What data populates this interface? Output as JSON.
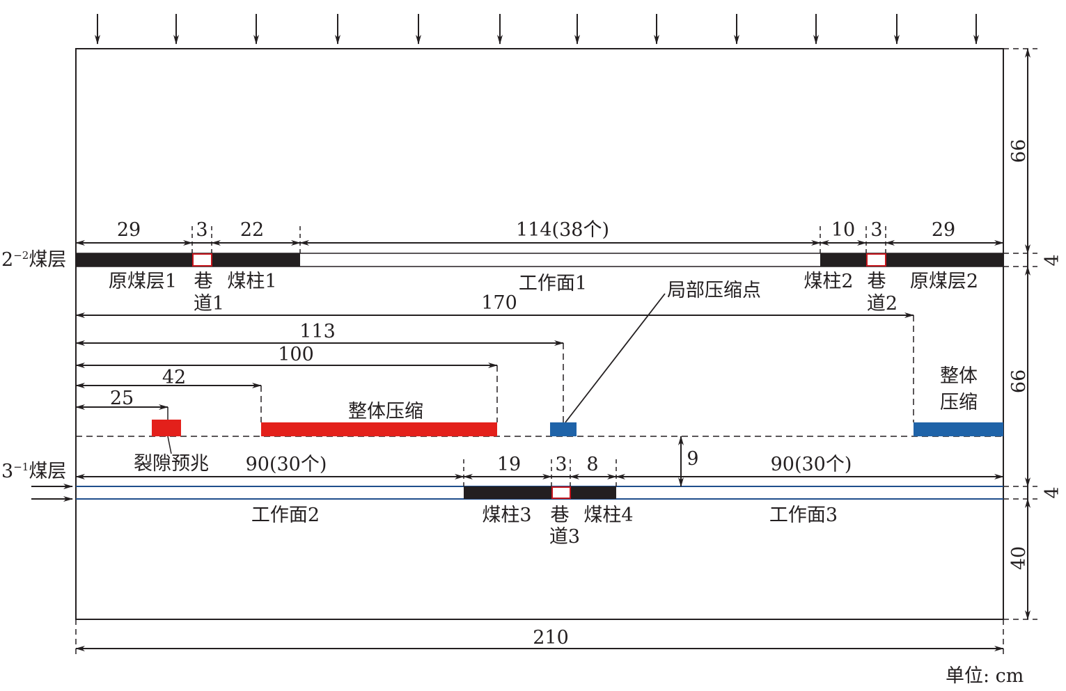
{
  "seam_upper": {
    "label": "2",
    "sup": "−2",
    "suffix": "煤层"
  },
  "seam_lower": {
    "label": "3",
    "sup": "−1",
    "suffix": "煤层"
  },
  "upper_dims": [
    "29",
    "3",
    "22",
    "114(38个)",
    "10",
    "3",
    "29"
  ],
  "upper_labels": {
    "raw1": "原煤层1",
    "road1a": "巷",
    "road1b": "道1",
    "pillar1": "煤柱1",
    "face1": "工作面1",
    "pillar2": "煤柱2",
    "road2a": "巷",
    "road2b": "道2",
    "raw2": "原煤层2"
  },
  "local_compression": "局部压缩点",
  "mid_dims": [
    "170",
    "113",
    "100",
    "42",
    "25"
  ],
  "overall_compression": "整体压缩",
  "overall_compression_right_a": "整体",
  "overall_compression_right_b": "压缩",
  "fracture_sign": "裂隙预兆",
  "lower_dims": [
    "90(30个)",
    "19",
    "3",
    "8",
    "90(30个)"
  ],
  "gap_dim": "9",
  "lower_labels": {
    "face2": "工作面2",
    "pillar3": "煤柱3",
    "road3a": "巷",
    "road3b": "道3",
    "pillar4": "煤柱4",
    "face3": "工作面3"
  },
  "right_dims": [
    "66",
    "4",
    "66",
    "4",
    "40"
  ],
  "total_width": "210",
  "unit": "单位: cm",
  "colors": {
    "coal": "#231f20",
    "red": "#e3201b",
    "blue": "#1f63a8",
    "roadway_outline": "#c4151c",
    "seam_line": "#1f4e8c"
  }
}
